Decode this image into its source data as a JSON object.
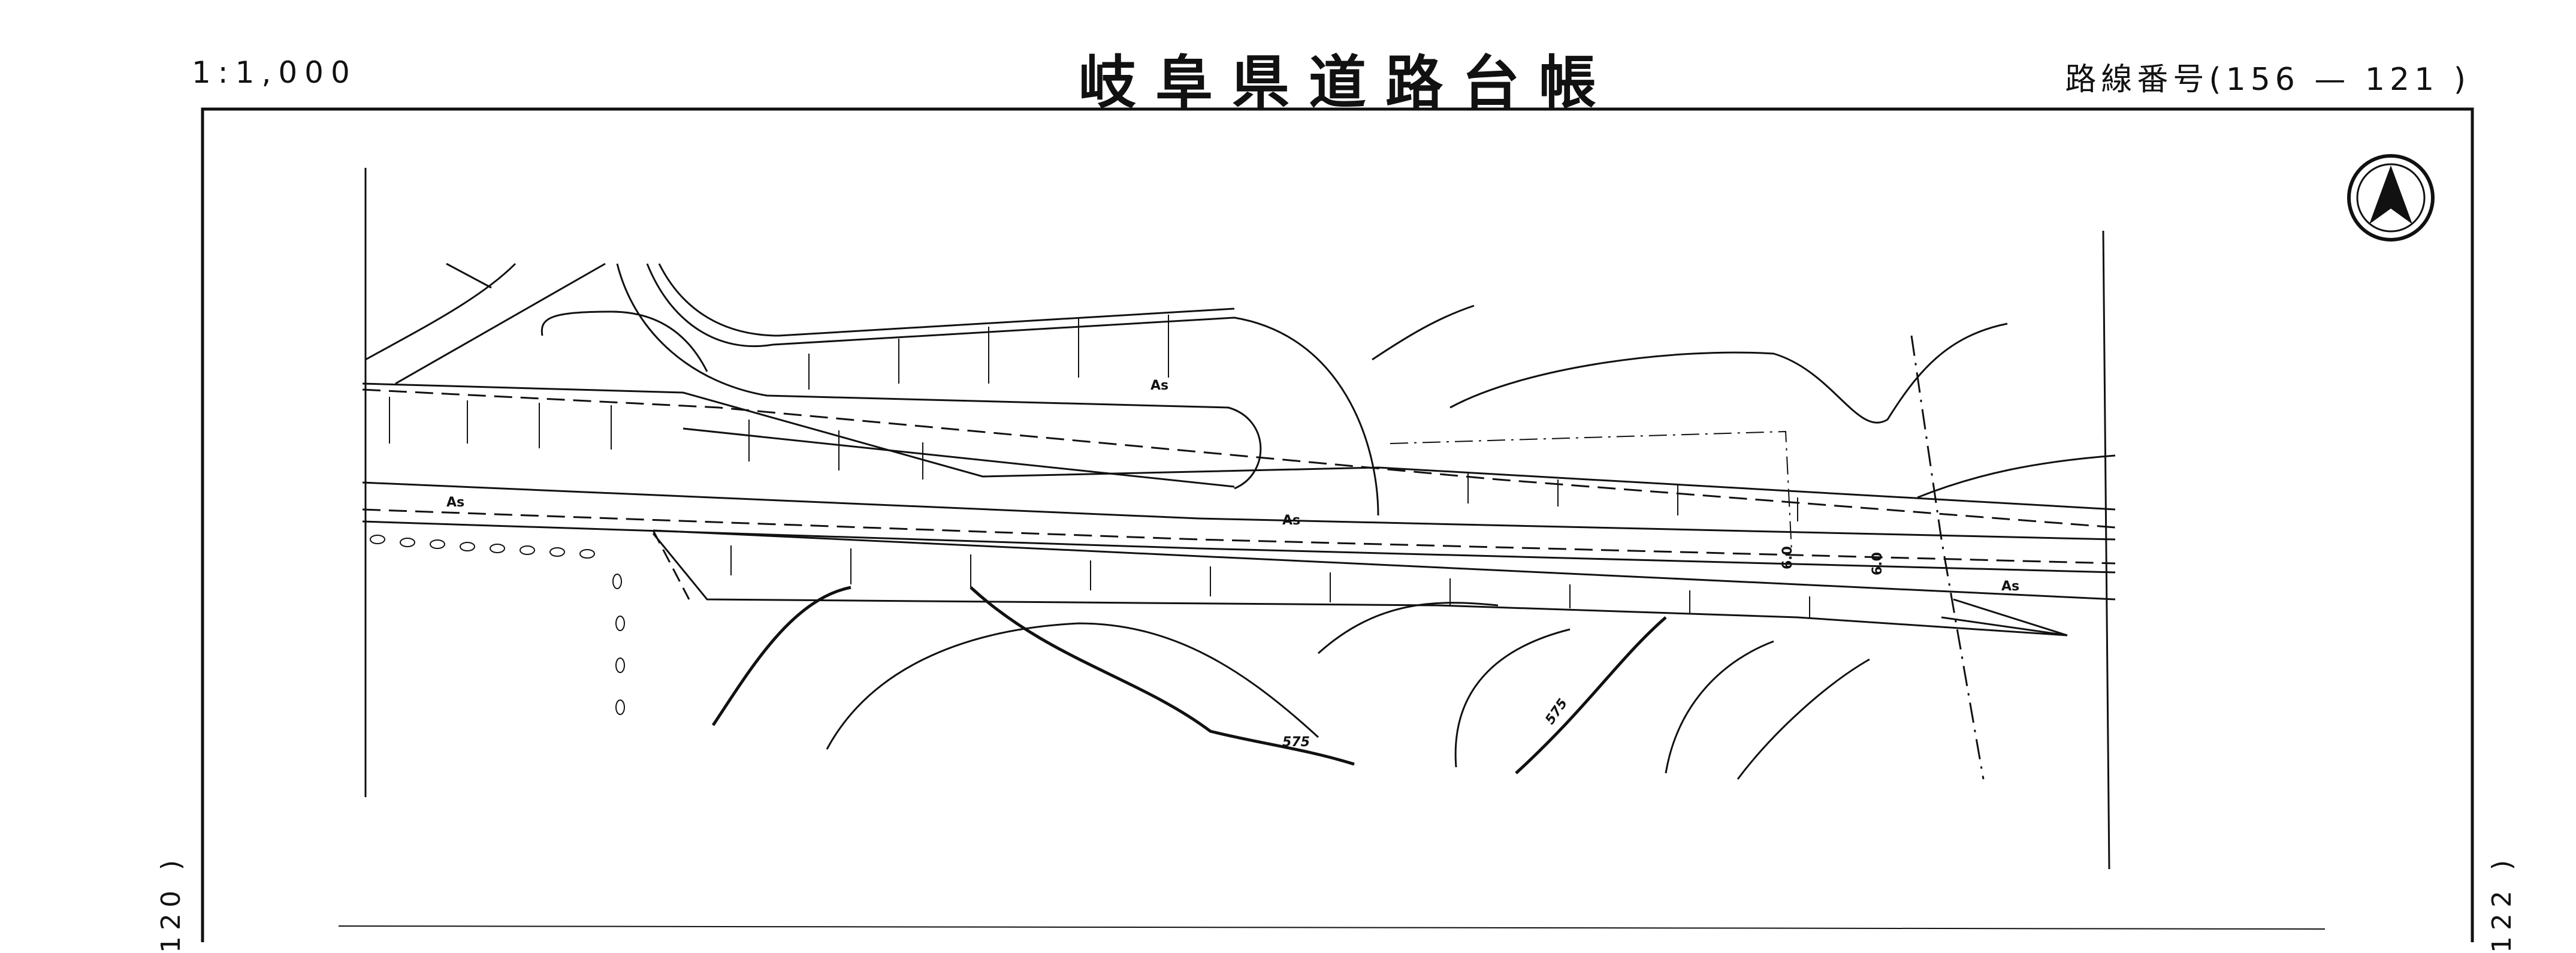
{
  "header": {
    "scale": "1:1,000",
    "title": "岐阜県道路台帳",
    "route_number": "路線番号(156 — 121 )"
  },
  "side_refs": {
    "left": "120 )",
    "right": "122 )"
  },
  "map": {
    "road_surface_label": "As",
    "width_label": "6.0",
    "contour_label": "575",
    "north_arrow": "north-arrow-icon",
    "line_color": "#111111"
  }
}
